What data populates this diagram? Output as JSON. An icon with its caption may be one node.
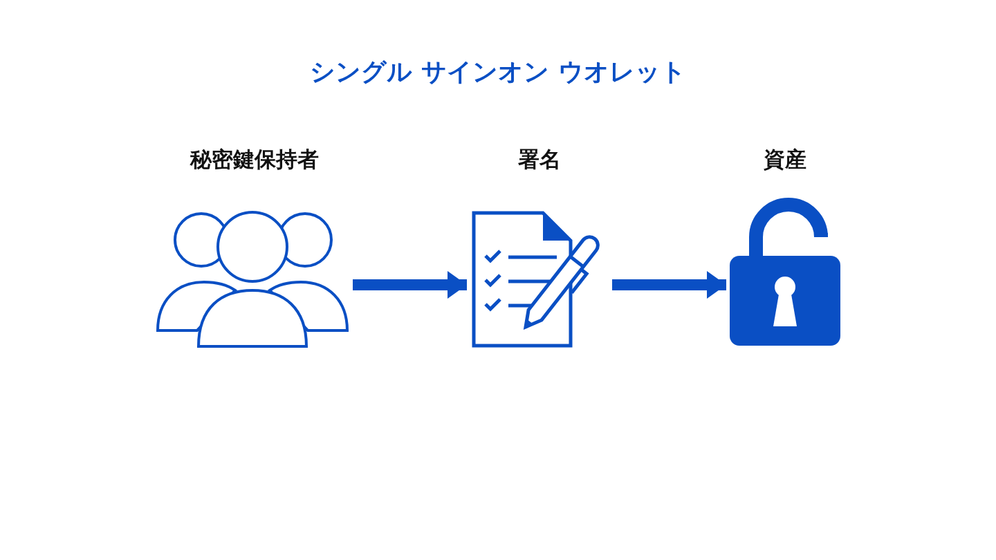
{
  "diagram": {
    "title": "シングル サインオン ウオレット",
    "nodes": [
      {
        "text": [
          "秘密鍵保持者"
        ]
      },
      {
        "text": [
          "署名"
        ]
      },
      {
        "text": [
          "資産"
        ]
      }
    ],
    "edges": [
      {
        "from": 0,
        "to": 1,
        "arrow": "to"
      },
      {
        "from": 1,
        "to": 2,
        "arrow": "to"
      }
    ]
  }
}
